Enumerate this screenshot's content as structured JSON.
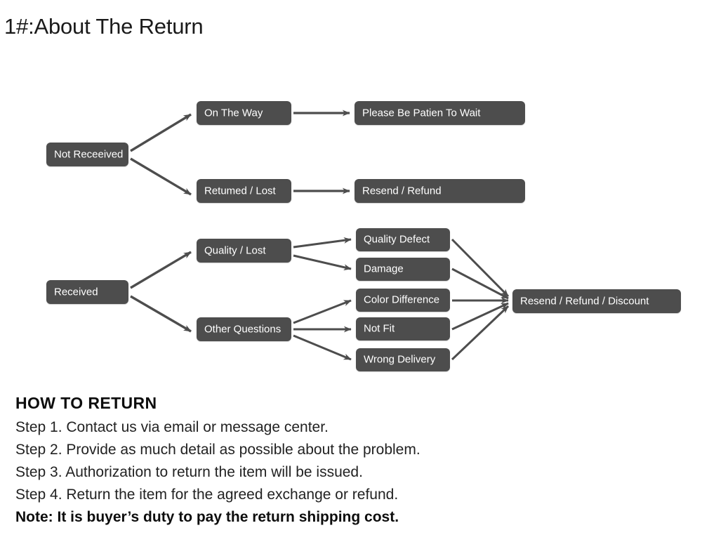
{
  "page": {
    "title": "1#:About The Return",
    "background_color": "#ffffff",
    "node_color": "#4d4d4d",
    "node_text_color": "#ffffff",
    "arrow_color": "#4d4d4d"
  },
  "flow_top": {
    "root": "Not Receeived",
    "branches": [
      {
        "stage": "On The Way",
        "outcome": "Please Be Patien To Wait"
      },
      {
        "stage": "Retumed / Lost",
        "outcome": "Resend / Refund"
      }
    ]
  },
  "flow_bottom": {
    "root": "Received",
    "branches": [
      {
        "stage": "Quality / Lost",
        "reasons": [
          "Quality Defect",
          "Damage"
        ]
      },
      {
        "stage": "Other Questions",
        "reasons": [
          "Color Difference",
          "Not Fit",
          "Wrong Delivery"
        ]
      }
    ],
    "outcome": "Resend / Refund / Discount"
  },
  "how_to_return": {
    "heading": "HOW TO RETURN",
    "steps": [
      "Step 1. Contact us via email or message center.",
      "Step 2. Provide as much detail as possible about the problem.",
      "Step 3. Authorization to return the item will be issued.",
      "Step 4. Return the item for the agreed exchange or refund."
    ],
    "note": "Note: It is buyer’s duty to pay the return shipping cost."
  }
}
